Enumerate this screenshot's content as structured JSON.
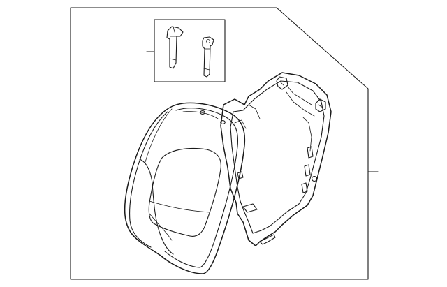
{
  "diagram": {
    "type": "exploded-parts-diagram",
    "parts": [
      {
        "id": "seat-back-cushion",
        "kind": "foam-pad-with-cover"
      },
      {
        "id": "seat-back-frame",
        "kind": "rear-panel-frame"
      },
      {
        "id": "headrest-guide-pair",
        "kind": "guide-sleeves",
        "count": 2
      }
    ],
    "callout_lines": 2,
    "colors": {
      "line": "#1a1a1a",
      "background": "#ffffff"
    }
  }
}
